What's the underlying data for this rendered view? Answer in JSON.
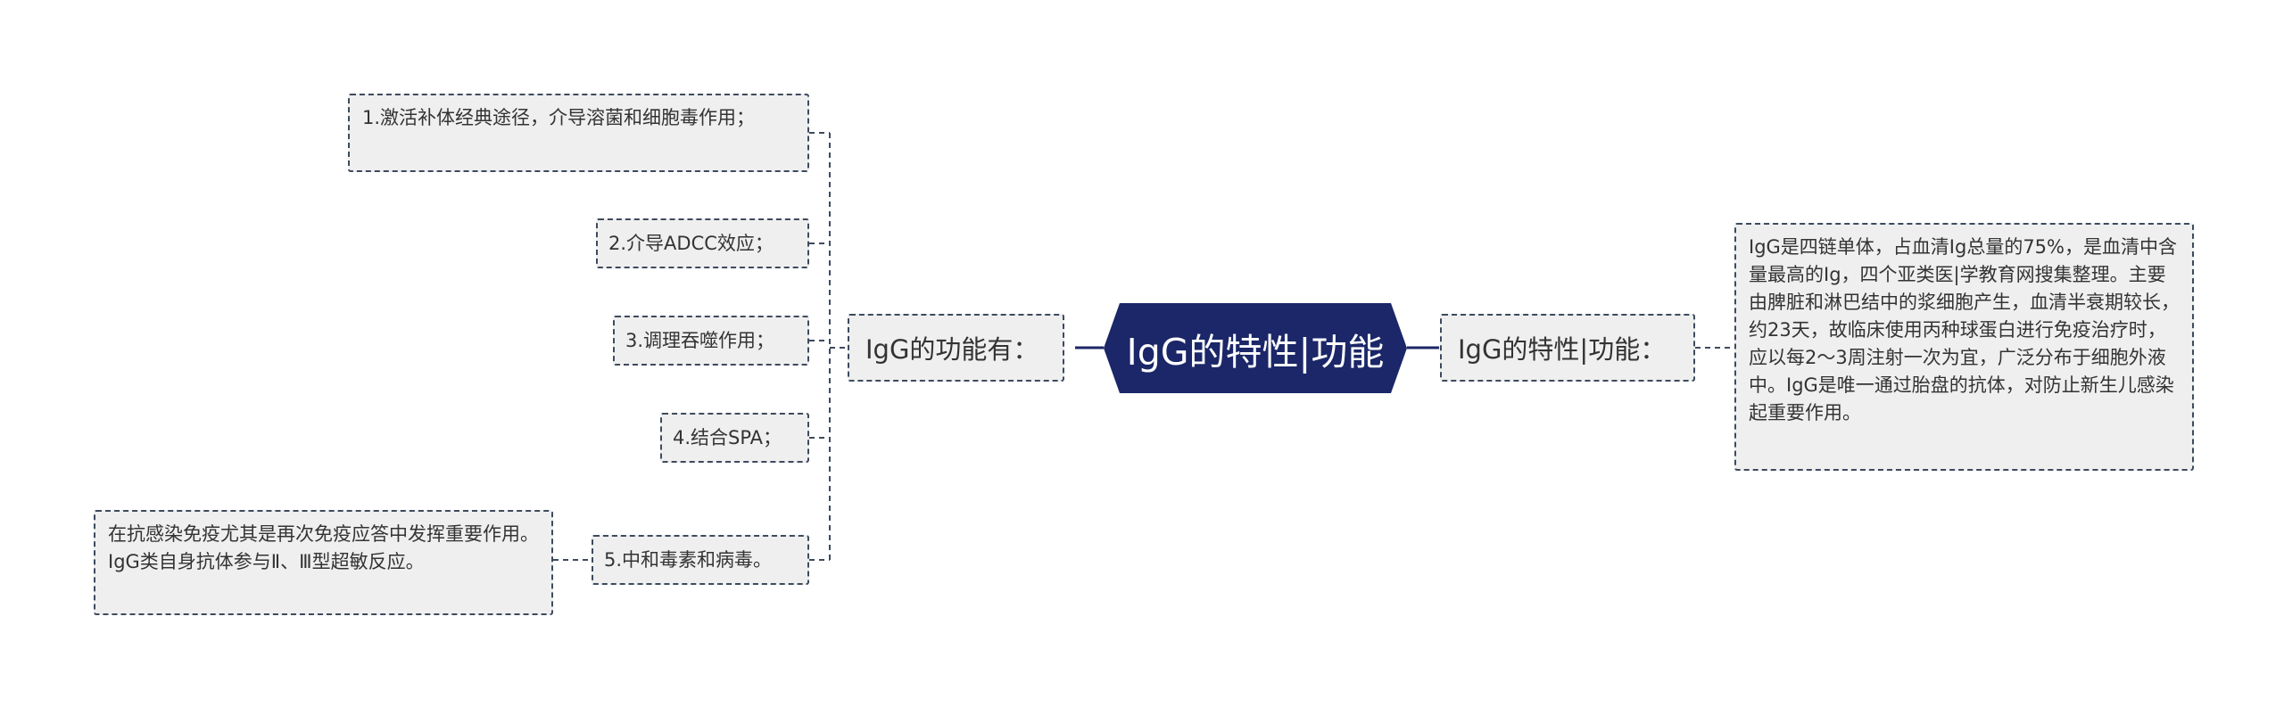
{
  "root": {
    "label": "IgG的特性|功能"
  },
  "left_branch": {
    "label": "IgG的功能有：",
    "items": [
      {
        "label": "1.激活补体经典途径，介导溶菌和细胞毒作用；"
      },
      {
        "label": "2.介导ADCC效应；"
      },
      {
        "label": "3.调理吞噬作用；"
      },
      {
        "label": "4.结合SPA；"
      },
      {
        "label": "5.中和毒素和病毒。"
      }
    ],
    "sub_item": {
      "label": "在抗感染免疫尤其是再次免疫应答中发挥重要作用。IgG类自身抗体参与Ⅱ、Ⅲ型超敏反应。"
    }
  },
  "right_branch": {
    "label": "IgG的特性|功能：",
    "detail": {
      "label": "IgG是四链单体，占血清Ig总量的75%，是血清中含量最高的Ig，四个亚类医|学教育网搜集整理。主要由脾脏和淋巴结中的浆细胞产生，血清半衰期较长，约23天，故临床使用丙种球蛋白进行免疫治疗时，应以每2～3周注射一次为宜，广泛分布于细胞外液中。IgG是唯一通过胎盘的抗体，对防止新生儿感染起重要作用。"
    }
  },
  "colors": {
    "root_fill": "#1b2768",
    "node_fill": "#efefef",
    "node_border": "#3d4a5e",
    "line": "#1b2768"
  }
}
